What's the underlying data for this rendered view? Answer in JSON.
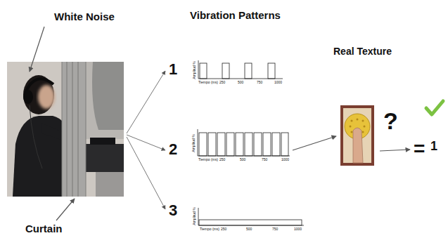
{
  "diagram": {
    "labels": [
      "White Noise",
      "Vibration Patterns",
      "Real Texture",
      "1",
      "Amplitud %",
      "Tiempo (ms)",
      "250",
      "500",
      "750",
      "1000",
      "2",
      "Amplitud %",
      "Tiempo (ms)",
      "250",
      "500",
      "750",
      "1000",
      "?",
      "=",
      "1",
      "3",
      "Amplitud %",
      "Tiempo (ms)",
      "250",
      "500",
      "750",
      "1000",
      "Curtain"
    ]
  }
}
